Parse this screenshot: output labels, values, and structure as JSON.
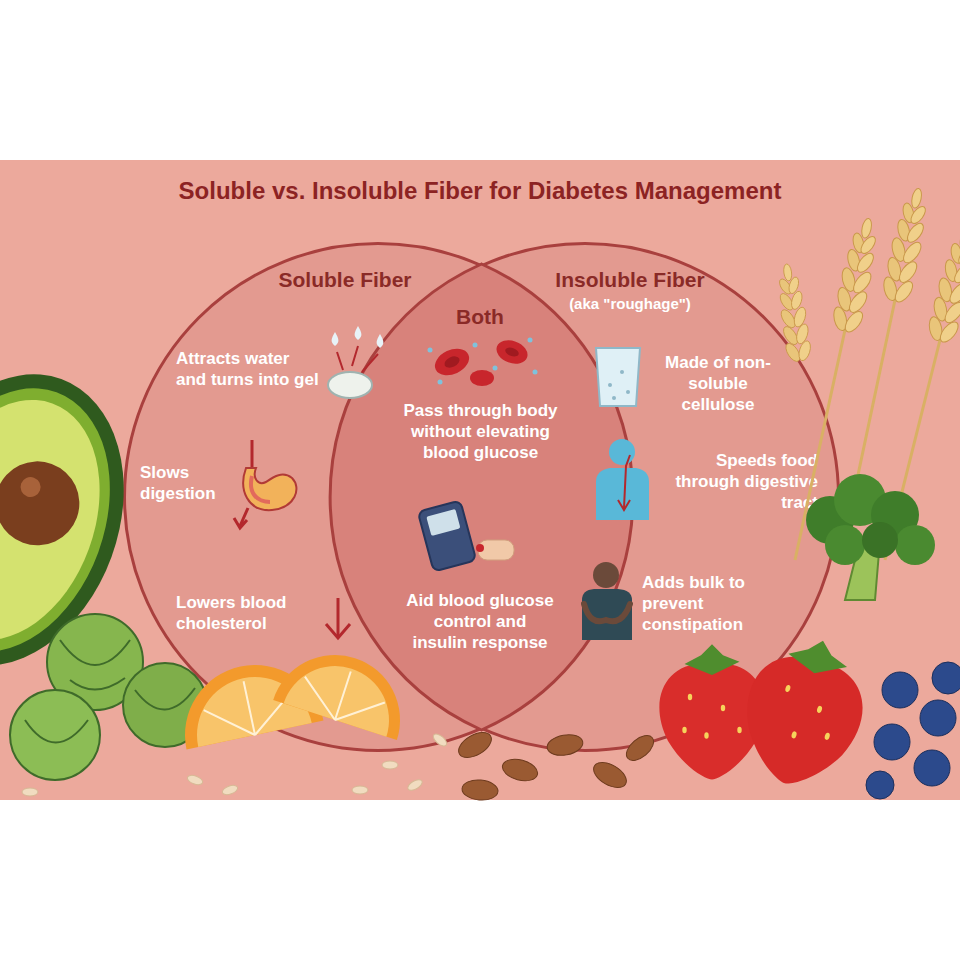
{
  "diagram": {
    "title": "Soluble vs. Insoluble Fiber for Diabetes Management",
    "nodes": [
      {
        "text": [
          "Soluble Fiber",
          "Attracts water and turns into gel",
          "Slows digestion",
          "Lowers blood cholesterol"
        ]
      },
      {
        "text": [
          "Both",
          "Pass through body without elevating blood glucose",
          "Aid blood glucose control and insulin response"
        ]
      },
      {
        "text": [
          "Insoluble Fiber",
          "(aka \"roughage\")",
          "Made of non-soluble cellulose",
          "Speeds food through digestive tract",
          "Adds bulk to prevent constipation"
        ]
      }
    ]
  }
}
